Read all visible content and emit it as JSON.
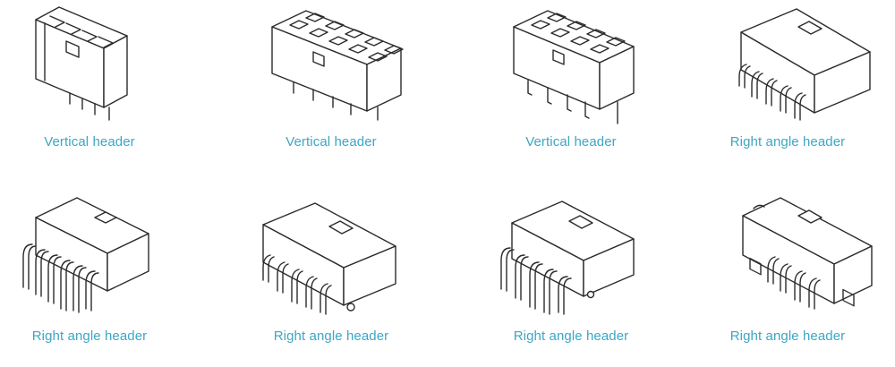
{
  "connectors": [
    {
      "label": "Vertical header",
      "icon": "vertical-header-2x4-icon"
    },
    {
      "label": "Vertical header",
      "icon": "vertical-header-2x5-icon"
    },
    {
      "label": "Vertical header",
      "icon": "vertical-header-2x5-pcb-icon"
    },
    {
      "label": "Right angle header",
      "icon": "right-angle-header-1x5-icon"
    },
    {
      "label": "Right angle header",
      "icon": "right-angle-header-2x6-icon"
    },
    {
      "label": "Right angle header",
      "icon": "right-angle-header-2x5-icon"
    },
    {
      "label": "Right angle header",
      "icon": "right-angle-header-2x5b-icon"
    },
    {
      "label": "Right angle header",
      "icon": "right-angle-header-flanged-icon"
    }
  ],
  "colors": {
    "label": "#3ba7c4",
    "line": "#2b2b2b"
  }
}
